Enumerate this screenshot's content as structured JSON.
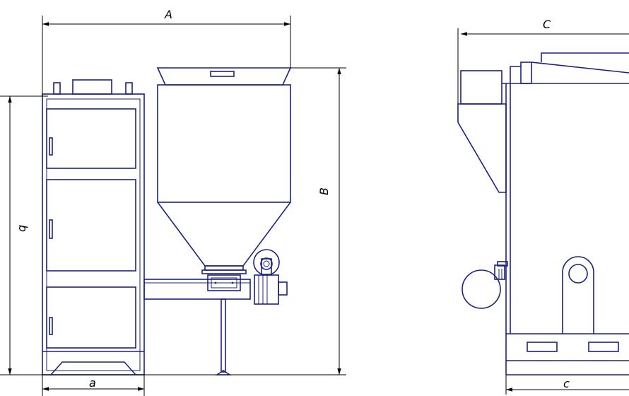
{
  "dimensions": {
    "overall_width": "A",
    "overall_height": "B",
    "boiler_height": "q",
    "boiler_width": "a",
    "side_depth": "C",
    "base_depth": "c"
  },
  "colors": {
    "linework": "#1a237e",
    "dimension": "#000000"
  }
}
